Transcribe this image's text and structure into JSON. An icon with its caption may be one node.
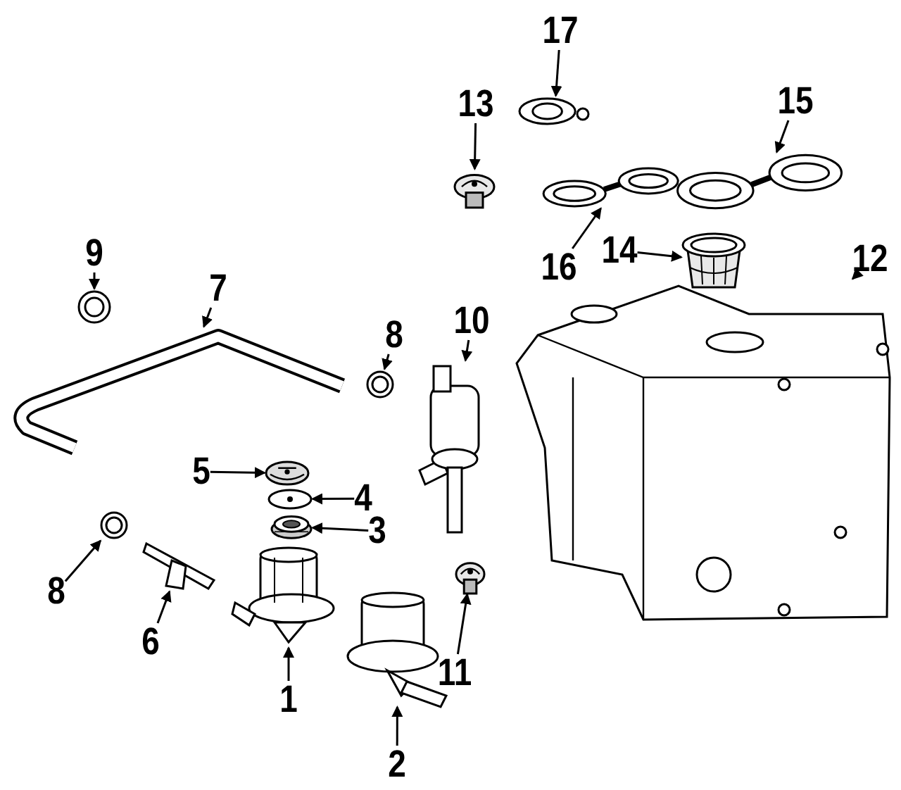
{
  "diagram": {
    "nodes": [
      {
        "text": [
          "17"
        ]
      },
      {
        "text": [
          "13"
        ]
      },
      {
        "text": [
          "15"
        ]
      },
      {
        "text": [
          "16"
        ]
      },
      {
        "text": [
          "14"
        ]
      },
      {
        "text": [
          "12"
        ]
      },
      {
        "text": [
          "9"
        ]
      },
      {
        "text": [
          "7"
        ]
      },
      {
        "text": [
          "10"
        ]
      },
      {
        "text": [
          "8"
        ]
      },
      {
        "text": [
          "5"
        ]
      },
      {
        "text": [
          "4"
        ]
      },
      {
        "text": [
          "3"
        ]
      },
      {
        "text": [
          "8"
        ]
      },
      {
        "text": [
          "6"
        ]
      },
      {
        "text": [
          "1"
        ]
      },
      {
        "text": [
          "11"
        ]
      },
      {
        "text": [
          "2"
        ]
      },
      {
        "text": [],
        "shape": "picture"
      },
      {
        "text": [],
        "shape": "picture"
      },
      {
        "text": [],
        "shape": "picture"
      },
      {
        "text": [],
        "shape": "picture"
      },
      {
        "text": [],
        "shape": "picture"
      },
      {
        "text": [],
        "shape": "picture"
      },
      {
        "text": [],
        "shape": "picture"
      },
      {
        "text": [],
        "shape": "picture"
      },
      {
        "text": [],
        "shape": "picture"
      },
      {
        "text": [],
        "shape": "picture"
      },
      {
        "text": [],
        "shape": "picture"
      },
      {
        "text": [],
        "shape": "picture"
      },
      {
        "text": [],
        "shape": "picture"
      },
      {
        "text": [],
        "shape": "picture"
      },
      {
        "text": [],
        "shape": "picture"
      },
      {
        "text": [],
        "shape": "picture"
      },
      {
        "text": [],
        "shape": "picture"
      },
      {
        "text": [],
        "shape": "picture"
      }
    ],
    "edges": [
      {
        "from": 0,
        "to": 18,
        "arrow": "to"
      },
      {
        "from": 1,
        "to": 19,
        "arrow": "to"
      },
      {
        "from": 2,
        "to": 20,
        "arrow": "to"
      },
      {
        "from": 3,
        "to": 21,
        "arrow": "to"
      },
      {
        "from": 4,
        "to": 22,
        "arrow": "to"
      },
      {
        "from": 5,
        "to": 23,
        "arrow": "to"
      },
      {
        "from": 6,
        "to": 24,
        "arrow": "to"
      },
      {
        "from": 7,
        "to": 25,
        "arrow": "to"
      },
      {
        "from": 8,
        "to": 26,
        "arrow": "to"
      },
      {
        "from": 9,
        "to": 27,
        "arrow": "to"
      },
      {
        "from": 10,
        "to": 28,
        "arrow": "to"
      },
      {
        "from": 11,
        "to": 29,
        "arrow": "to"
      },
      {
        "from": 12,
        "to": 30,
        "arrow": "to"
      },
      {
        "from": 13,
        "to": 31,
        "arrow": "to"
      },
      {
        "from": 14,
        "to": 32,
        "arrow": "to"
      },
      {
        "from": 15,
        "to": 33,
        "arrow": "to"
      },
      {
        "from": 16,
        "to": 34,
        "arrow": "to"
      },
      {
        "from": 17,
        "to": 35,
        "arrow": "to"
      }
    ]
  }
}
